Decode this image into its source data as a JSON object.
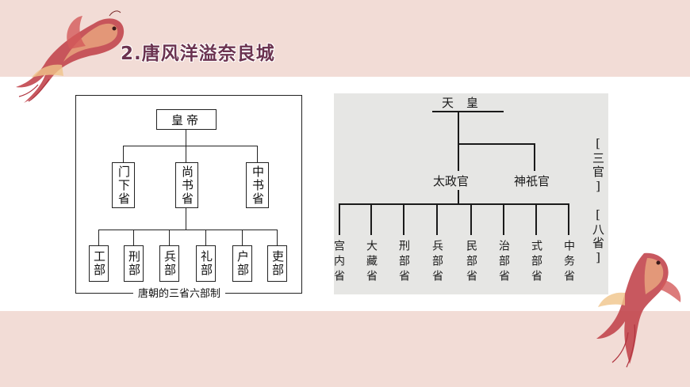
{
  "title": "2.唐风洋溢奈良城",
  "tang_chart": {
    "top": "皇帝",
    "provinces": [
      "门下省",
      "尚书省",
      "中书省"
    ],
    "ministries": [
      "工部",
      "刑部",
      "兵部",
      "礼部",
      "户部",
      "吏部"
    ],
    "caption": "唐朝的三省六部制"
  },
  "japan_chart": {
    "top": "天皇",
    "officials": [
      "太政官",
      "神祇官"
    ],
    "ministries": [
      "宫内省",
      "大藏省",
      "刑部省",
      "兵部省",
      "民部省",
      "治部省",
      "式部省",
      "中务省"
    ],
    "side_labels": [
      "[三官]",
      "[八省]"
    ]
  },
  "colors": {
    "band": "#f2dcd6",
    "title": "#6b3350",
    "fish": "#c2464e"
  },
  "icons": [
    "koi-fish-icon",
    "koi-fish-icon"
  ]
}
